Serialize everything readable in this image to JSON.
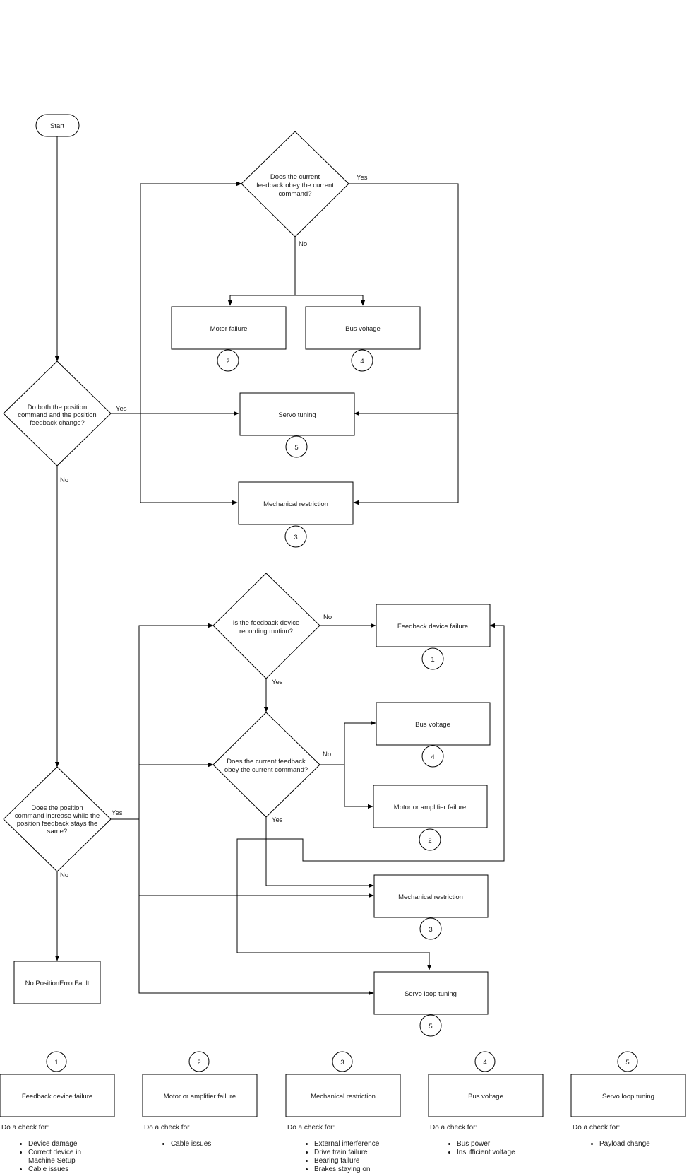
{
  "start": "Start",
  "decision_top_a": [
    "Does the current",
    "feedback obey the current",
    "command?"
  ],
  "decision_both_change": [
    "Do both the position",
    "command and the position",
    "feedback change?"
  ],
  "decision_recording": [
    "Is the feedback device",
    "recording motion?"
  ],
  "decision_mid_current": [
    "Does the current feedback",
    "obey the current command?"
  ],
  "decision_increase": [
    "Does the position",
    "command increase while the",
    "position feedback stays the",
    "same?"
  ],
  "yes": "Yes",
  "no": "No",
  "boxes": {
    "motor_failure": "Motor failure",
    "bus_voltage": "Bus voltage",
    "servo_tuning": "Servo tuning",
    "mechanical_restriction": "Mechanical restriction",
    "feedback_device_failure": "Feedback device failure",
    "motor_amp_failure": "Motor or amplifier failure",
    "servo_loop_tuning": "Servo loop tuning",
    "no_fault": "No PositionErrorFault"
  },
  "refs": [
    "1",
    "2",
    "3",
    "4",
    "5"
  ],
  "legend": [
    {
      "num": "1",
      "title": "Feedback device failure",
      "check": "Do a check for:",
      "items": [
        "Device damage",
        "Correct device in Machine Setup",
        "Cable issues"
      ]
    },
    {
      "num": "2",
      "title": "Motor or amplifier failure",
      "check": "Do a check for",
      "items": [
        "Cable issues"
      ]
    },
    {
      "num": "3",
      "title": "Mechanical restriction",
      "check": "Do a check for:",
      "items": [
        "External interference",
        "Drive train failure",
        "Bearing failure",
        "Brakes staying on"
      ]
    },
    {
      "num": "4",
      "title": "Bus voltage",
      "check": "Do a check for:",
      "items": [
        "Bus power",
        "Insufficient voltage"
      ]
    },
    {
      "num": "5",
      "title": "Servo loop tuning",
      "check": "Do a check for:",
      "items": [
        "Payload change"
      ]
    }
  ]
}
